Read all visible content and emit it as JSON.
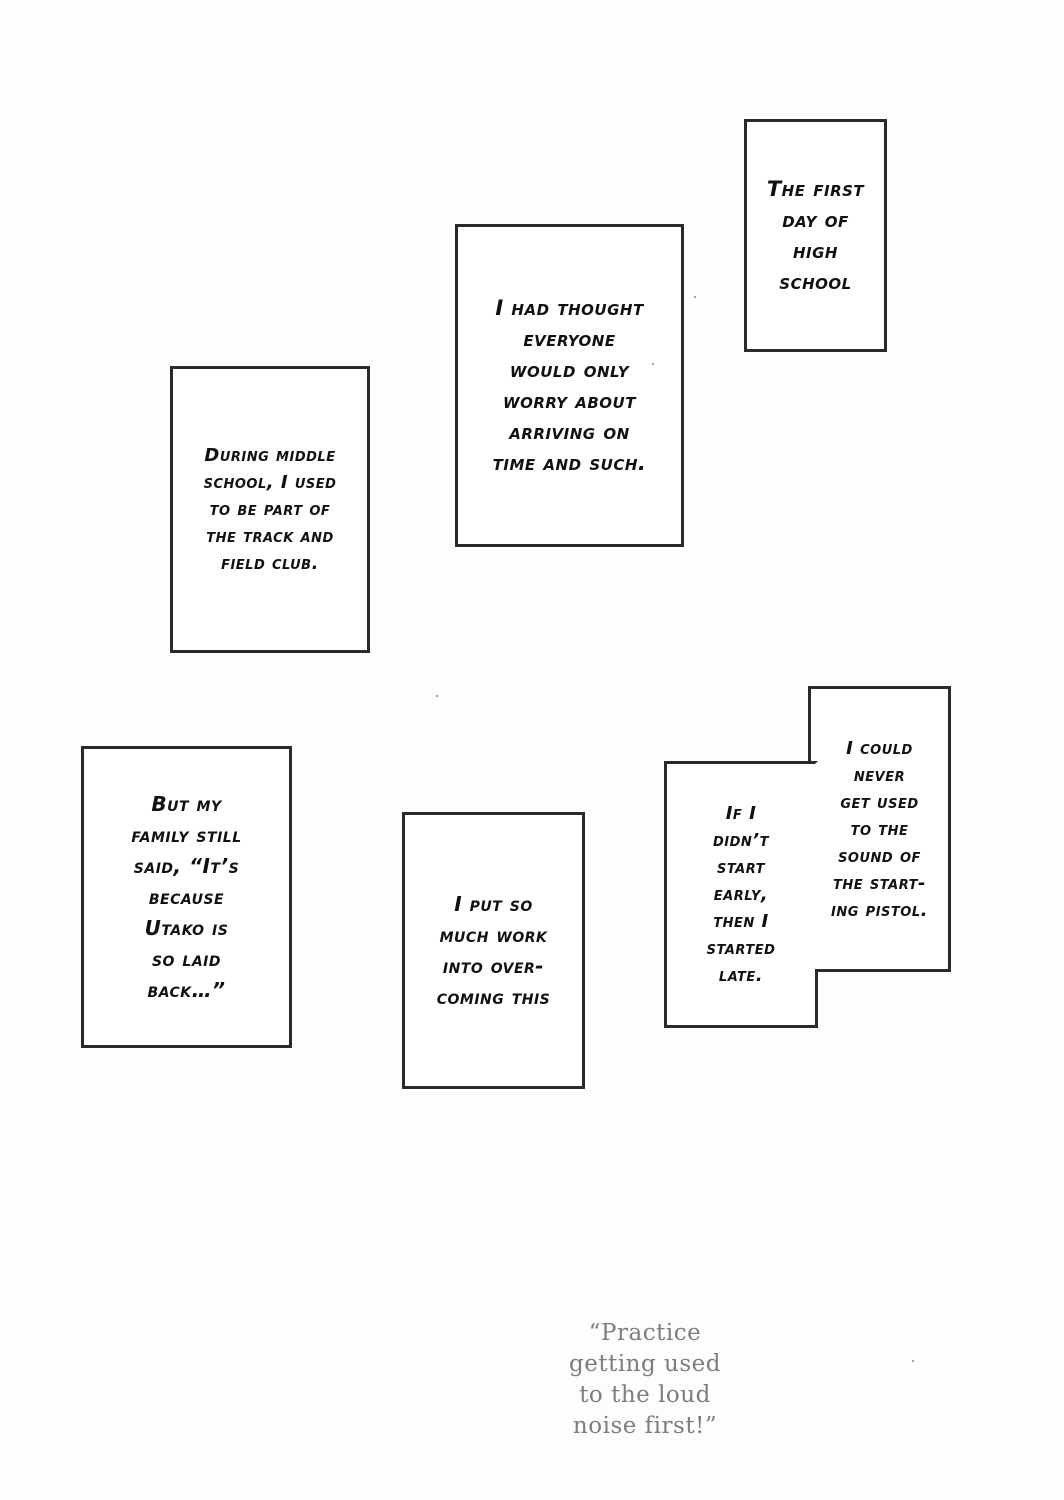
{
  "captions": {
    "first_day": "The first\nday of\nhigh\nschool",
    "had_thought": "I had thought\neveryone\nwould only\nworry about\narriving on\ntime and such.",
    "middle_school": "During middle\nschool, I used\nto be part of\nthe track and\nfield club.",
    "family_said": "But my\nfamily still\nsaid, “It’s\nbecause\nUtako is\nso laid\nback…”",
    "put_work": "I put so\nmuch work\ninto over-\ncoming this",
    "never_used": "I could\nnever\nget used\nto the\nsound of\nthe start-\ning pistol.",
    "started_late": "If I\ndidn’t\nstart\nearly,\nthen I\nstarted\nlate."
  },
  "speech": "“Practice\ngetting used\nto the loud\nnoise first!”",
  "colors": {
    "background": "#fdfdfc",
    "border": "#2a2a2a",
    "caption_text": "#111111",
    "speech_text": "#7d7d7d"
  }
}
